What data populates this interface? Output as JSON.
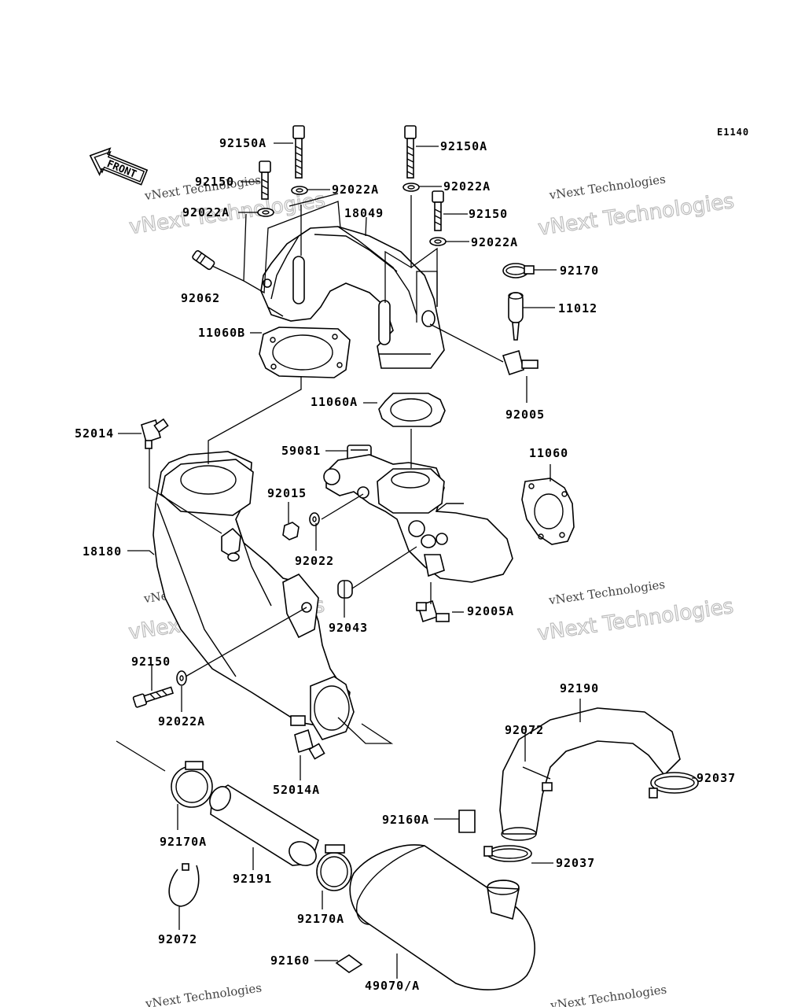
{
  "diagram_ref": "E1140",
  "front_label": "FRONT",
  "watermark": {
    "line1": "vNext Technologies",
    "line2": "vNext Technologies"
  },
  "labels": {
    "p92150A_top": "92150A",
    "p92150A_right": "92150A",
    "p92150_left": "92150",
    "p92022A_mid": "92022A",
    "p92022A_right": "92022A",
    "p92022A_left": "92022A",
    "p18049": "18049",
    "p92150_right": "92150",
    "p92022A_right2": "92022A",
    "p92170": "92170",
    "p92062": "92062",
    "p11012": "11012",
    "p11060B": "11060B",
    "p92005": "92005",
    "p11060A": "11060A",
    "p52014": "52014",
    "p59081": "59081",
    "p11060": "11060",
    "p92015": "92015",
    "p92022": "92022",
    "p18180": "18180",
    "p92043": "92043",
    "p92005A": "92005A",
    "p92150_low": "92150",
    "p92022A_low": "92022A",
    "p92190": "92190",
    "p92072_top": "92072",
    "p92037_right": "92037",
    "p52014A": "52014A",
    "p92160A": "92160A",
    "p92170A_left": "92170A",
    "p92037_mid": "92037",
    "p92191": "92191",
    "p92170A_mid": "92170A",
    "p92072_low": "92072",
    "p92160": "92160",
    "p49070A": "49070/A"
  }
}
